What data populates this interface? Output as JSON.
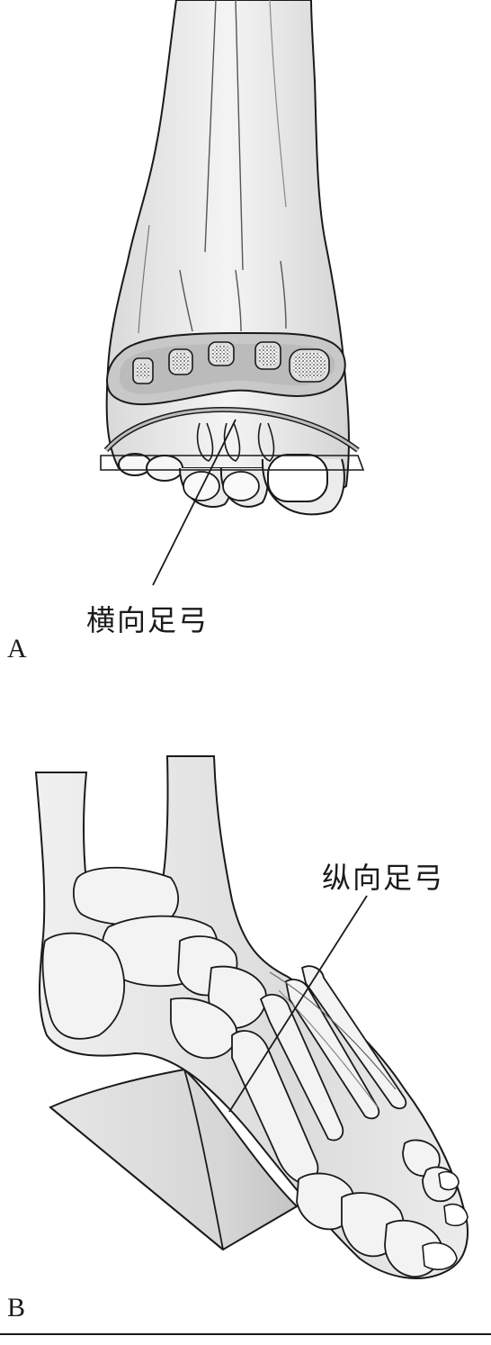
{
  "panels": {
    "a": {
      "letter": "A",
      "label": "横向足弓"
    },
    "b": {
      "letter": "B",
      "label": "纵向足弓"
    }
  },
  "colors": {
    "outline": "#1a1a1a",
    "skin_fill": "#eeeeee",
    "bone_fill": "#f3f3f3",
    "band_fill": "#bdbdbd",
    "wedge_fill": "#dedede"
  }
}
